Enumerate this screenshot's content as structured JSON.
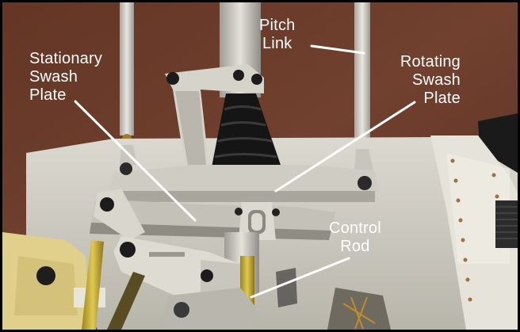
{
  "image": {
    "subject": "helicopter swash plate assembly",
    "colors": {
      "background": "#6b3b2a",
      "frame": "#d8d5cb",
      "metal": "#c9c6bd",
      "boot": "#151515",
      "pushrod": "#c9b13a",
      "label_text": "#ffffff",
      "leader_line": "#ffffff"
    }
  },
  "labels": {
    "pitch_link": [
      "Pitch",
      "Link"
    ],
    "stationary_swash_plate": [
      "Stationary",
      "Swash",
      "Plate"
    ],
    "rotating_swash_plate": [
      "Rotating",
      "Swash",
      "Plate"
    ],
    "control_rod": [
      "Control",
      "Rod"
    ]
  }
}
